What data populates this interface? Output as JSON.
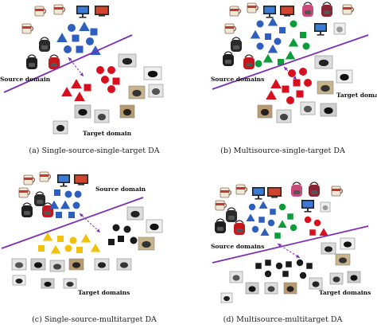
{
  "figure": {
    "panels": [
      {
        "id": "a",
        "caption": "(a)  Single-source-single-target DA",
        "domain_labels": [
          "Source domain",
          "Target domain"
        ],
        "colors": [
          "#2e5fbf",
          "#d80f1f",
          "#7a2fb8"
        ]
      },
      {
        "id": "b",
        "caption": "(b)  Multisource-single-target DA",
        "domain_labels": [
          "Source domains",
          "Target domain"
        ],
        "colors": [
          "#2e5fbf",
          "#0d9c3a",
          "#d80f1f",
          "#7a2fb8"
        ]
      },
      {
        "id": "c",
        "caption": "(c)  Single-source-multitarget DA",
        "domain_labels": [
          "Source domain",
          "Target domains"
        ],
        "colors": [
          "#2e5fbf",
          "#f2c10c",
          "#1a1a1a",
          "#7a2fb8"
        ]
      },
      {
        "id": "d",
        "caption": "(d)  Multisource-multitarget DA",
        "domain_labels": [
          "Source domains",
          "Target domains"
        ],
        "colors": [
          "#2e5fbf",
          "#0d9c3a",
          "#d80f1f",
          "#1a1a1a",
          "#7a2fb8"
        ]
      }
    ],
    "icons": [
      "mug-icon",
      "monitor-icon",
      "backpack-icon",
      "photo-thumbnail"
    ]
  }
}
